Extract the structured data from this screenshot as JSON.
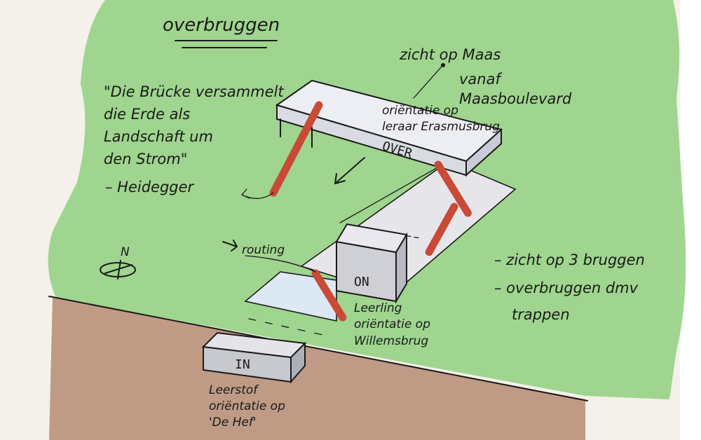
{
  "title": "overbruggen",
  "quote": {
    "lines": [
      "\"Die Brücke versammelt",
      "die Erde als",
      "Landschaft um",
      "den Strom\""
    ],
    "author": "– Heidegger"
  },
  "notes_top": [
    "zicht op Maas",
    "vanaf",
    "Maasboulevard"
  ],
  "notes_right": [
    "– zicht op 3 bruggen",
    "– overbruggen dmv",
    "trappen"
  ],
  "label_bridge_top": [
    "oriëntatie op",
    "leraar Erasmusbrug"
  ],
  "label_bridge_bottom": [
    "Leerling",
    "oriëntatie op",
    "Willemsbrug"
  ],
  "label_in": [
    "Leerstof",
    "oriëntatie op",
    "'De Hef'"
  ],
  "label_routing": "routing",
  "box_labels": {
    "over": "OVER",
    "on": "ON",
    "in": "IN"
  },
  "compass_letter": "N",
  "colors": {
    "paper": "#f3f1ea",
    "grass": "#8fd07e",
    "earth": "#b9907a",
    "concrete": "#e6e6ea",
    "stairs": "#c94a36",
    "water": "#dce8f4"
  }
}
